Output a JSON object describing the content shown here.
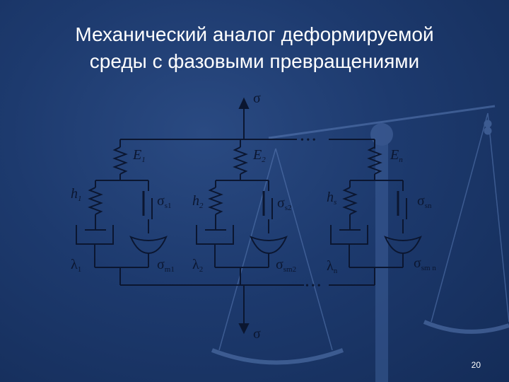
{
  "slide": {
    "title_line1": "Механический аналог деформируемой",
    "title_line2": "среды с фазовыми превращениями",
    "number": "20"
  },
  "diagram": {
    "sigma_top": "σ",
    "sigma_bottom": "σ",
    "ellipsis": "• • •",
    "branches": [
      {
        "E": "E",
        "E_sub": "1",
        "h": "h",
        "h_sub": "1",
        "s": "σ",
        "s_sub": "s1",
        "lam": "λ",
        "lam_sub": "1",
        "sm": "σ",
        "sm_sub": "m1"
      },
      {
        "E": "E",
        "E_sub": "2",
        "h": "h",
        "h_sub": "2",
        "s": "σ",
        "s_sub": "s2",
        "lam": "λ",
        "lam_sub": "2",
        "sm": "σ",
        "sm_sub": "sm2"
      },
      {
        "E": "E",
        "E_sub": "n",
        "h": "h",
        "h_sub": "s",
        "s": "σ",
        "s_sub": "sn",
        "lam": "λ",
        "lam_sub": "n",
        "sm": "σ",
        "sm_sub": "sm n"
      }
    ]
  },
  "colors": {
    "background": "#1d3a6e",
    "line": "#0b1630",
    "scale_light": "#4a6aa3",
    "title_text": "#ffffff"
  }
}
